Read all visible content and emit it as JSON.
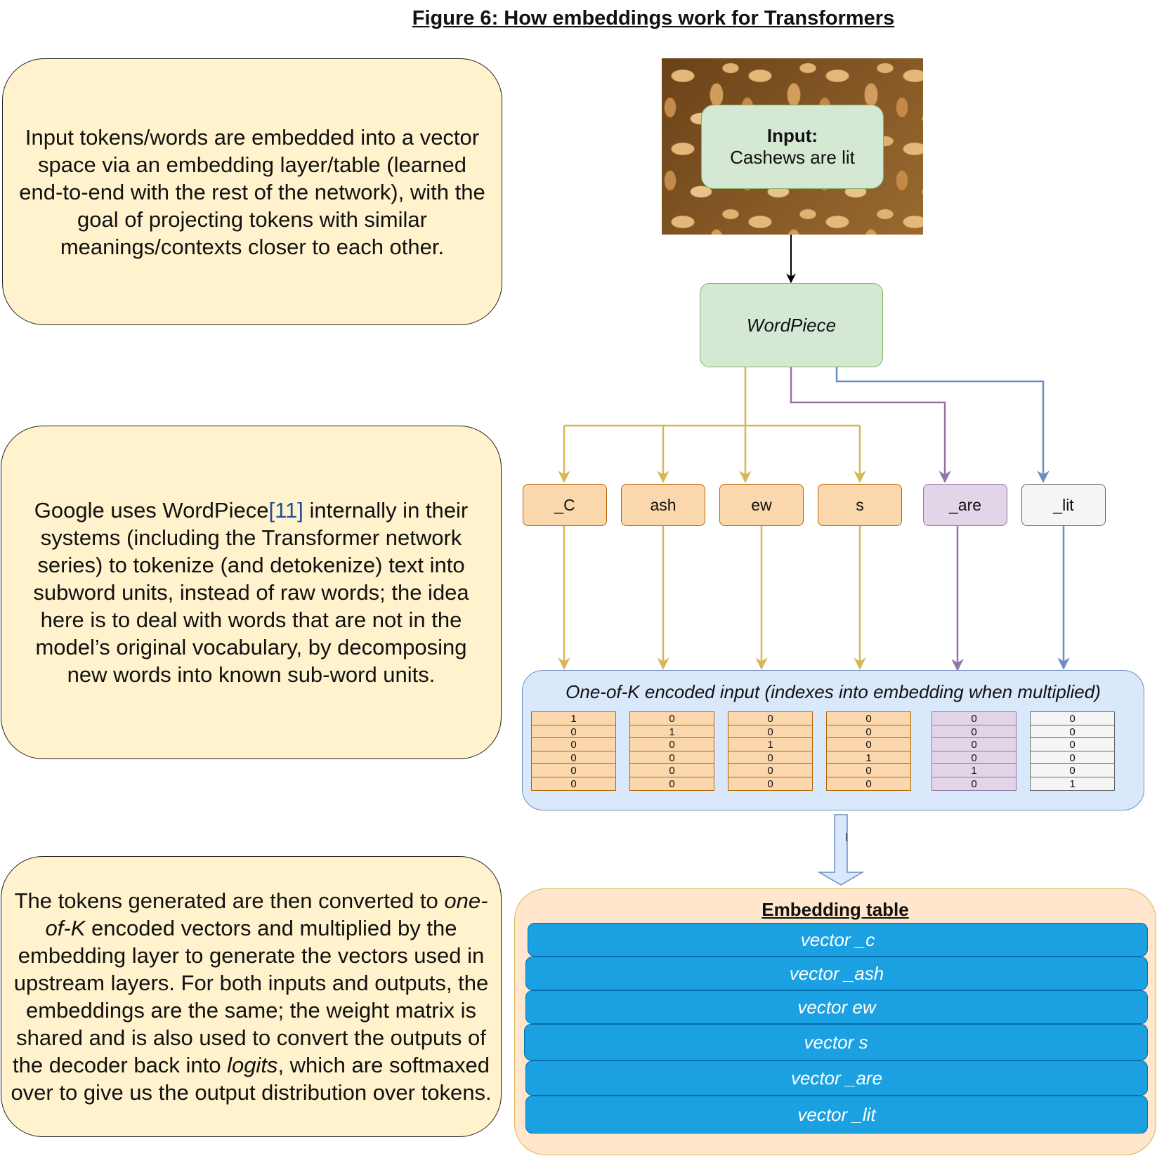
{
  "title": "Figure 6: How embeddings work for Transformers",
  "notes": {
    "top": "Input tokens/words are embedded into a vector space via an embedding layer/table (learned end-to-end with the rest of the network), with the goal of projecting tokens with similar meanings/contexts closer to each other.",
    "middle": {
      "before": "Google uses WordPiece",
      "citation": "[11]",
      "after": " internally in their systems (including the Transformer network series) to tokenize (and detokenize) text into subword units, instead of raw words; the idea here is to deal with words that are not in the model’s original vocabulary, by decomposing new words into known sub-word units."
    },
    "bottom": {
      "part1": "The tokens generated are then converted to ",
      "em1": "one-of-K",
      "part2": " encoded vectors and multiplied by the embedding layer to generate the vectors used in upstream layers. For both inputs and outputs, the embeddings are the same; the weight matrix is shared and is also used to convert the outputs of the decoder back into ",
      "em2": "logits",
      "part3": ", which are softmaxed over to give us the output distribution over tokens."
    }
  },
  "input": {
    "label": "Input:",
    "text": "Cashews are lit"
  },
  "tokenizer": {
    "label": "WordPiece"
  },
  "tokens": [
    {
      "text": "_C",
      "color": "orange"
    },
    {
      "text": "ash",
      "color": "orange"
    },
    {
      "text": "ew",
      "color": "orange"
    },
    {
      "text": "s",
      "color": "orange"
    },
    {
      "text": "_are",
      "color": "purple"
    },
    {
      "text": "_lit",
      "color": "gray"
    }
  ],
  "onehot": {
    "title": "One-of-K encoded input (indexes into embedding when multiplied)",
    "vectors": [
      [
        "1",
        "0",
        "0",
        "0",
        "0",
        "0"
      ],
      [
        "0",
        "1",
        "0",
        "0",
        "0",
        "0"
      ],
      [
        "0",
        "0",
        "1",
        "0",
        "0",
        "0"
      ],
      [
        "0",
        "0",
        "0",
        "1",
        "0",
        "0"
      ],
      [
        "0",
        "0",
        "0",
        "0",
        "1",
        "0"
      ],
      [
        "0",
        "0",
        "0",
        "0",
        "0",
        "1"
      ]
    ]
  },
  "embedding": {
    "title": "Embedding table",
    "rows": [
      "vector _c",
      "vector _ash",
      "vector ew",
      "vector s",
      "vector _are",
      "vector _lit"
    ]
  },
  "colors": {
    "note_fill": "#fff2cc",
    "green_fill": "#d5e8d4",
    "orange_fill": "#fad7ac",
    "purple_fill": "#e1d5e7",
    "gray_fill": "#f5f5f5",
    "onehot_fill": "#dae8fc",
    "embed_panel_fill": "#ffe6cc",
    "embed_row_fill": "#1ba1e2",
    "yellow_line": "#d6b656",
    "purple_line": "#9673a6",
    "blue_line": "#6c8ebf"
  }
}
